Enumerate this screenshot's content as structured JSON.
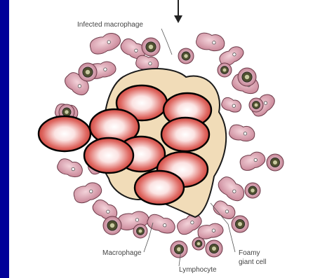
{
  "slide": {
    "background_color": "#000099",
    "panel_color": "#ffffff"
  },
  "diagram": {
    "labels": {
      "infected_macrophage": "Infected macrophage",
      "macrophage": "Macrophage",
      "lymphocyte": "Lymphocyte",
      "foamy_giant_cell_line1": "Foamy",
      "foamy_giant_cell_line2": "giant cell"
    },
    "colors": {
      "caseous_core": "#f1dcb8",
      "macrophage_fill": "#d9a3b0",
      "macrophage_stroke": "#6d3c4a",
      "lymphocyte_ring": "#c07f90",
      "lymphocyte_nucleus": "#555533",
      "bacilli_red": "#c8362c",
      "bacilli_highlight": "#ffffff",
      "leader_line": "#555555"
    },
    "icons": [
      "down-arrow-icon"
    ]
  }
}
